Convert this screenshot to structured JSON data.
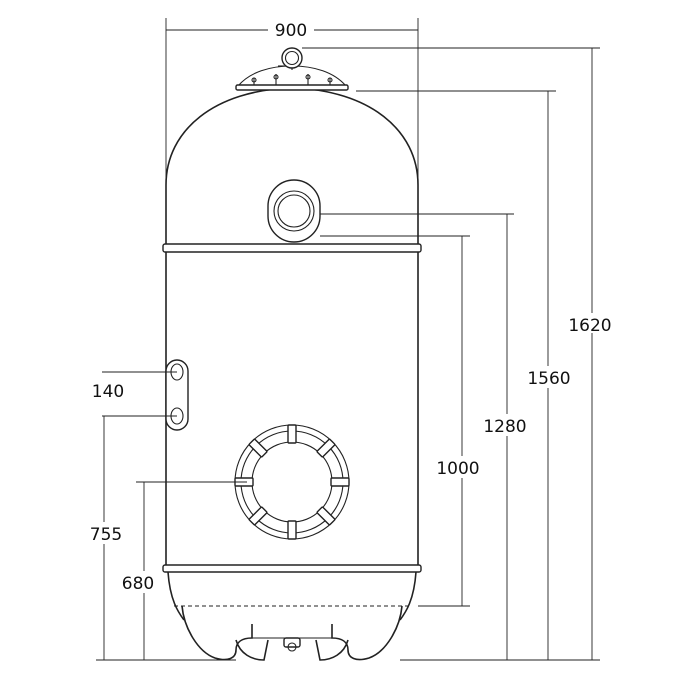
{
  "dimensions": {
    "width": "900",
    "height_overall": "1620",
    "height_top_flange": "1560",
    "height_upper_port": "1280",
    "height_upper_band": "1000",
    "side_port_spacing": "140",
    "height_lower_side_port": "755",
    "height_manhole": "680"
  }
}
